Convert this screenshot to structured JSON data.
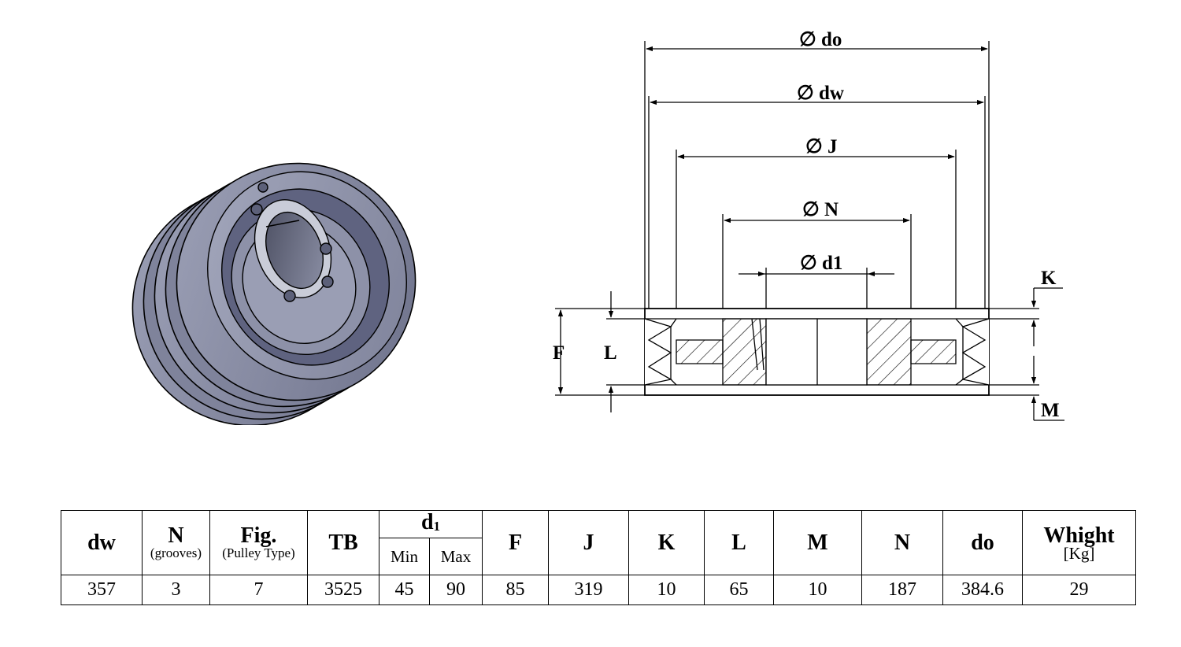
{
  "drawing": {
    "dims": {
      "do": "do",
      "dw": "dw",
      "J": "J",
      "N": "N",
      "d1": "d1",
      "K": "K",
      "M": "M",
      "F": "F",
      "L": "L"
    },
    "diameter_symbol": "∅"
  },
  "table": {
    "headers": {
      "dw": "dw",
      "N": "N",
      "N_sub": "(grooves)",
      "Fig": "Fig.",
      "Fig_sub": "(Pulley Type)",
      "TB": "TB",
      "d1": "d",
      "d1_index": "1",
      "d1_min": "Min",
      "d1_max": "Max",
      "F": "F",
      "J": "J",
      "K": "K",
      "L": "L",
      "M": "M",
      "N2": "N",
      "do": "do",
      "weight": "Whight",
      "weight_unit": "[Kg]"
    },
    "row": {
      "dw": "357",
      "N": "3",
      "Fig": "7",
      "TB": "3525",
      "d1_min": "45",
      "d1_max": "90",
      "F": "85",
      "J": "319",
      "K": "10",
      "L": "65",
      "M": "10",
      "N2": "187",
      "do": "384.6",
      "weight": "29"
    }
  },
  "colors": {
    "pulley_face": "#8a8fa6",
    "pulley_dark": "#5c6079",
    "pulley_light": "#a7abc0",
    "line": "#000000"
  }
}
